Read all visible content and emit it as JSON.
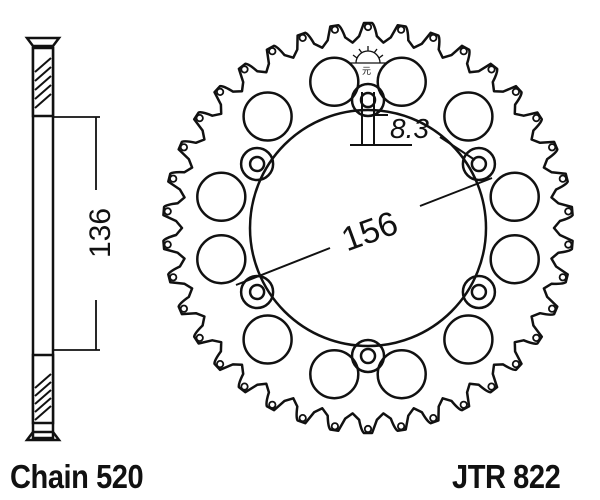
{
  "drawing": {
    "chain_label": "Chain 520",
    "part_number": "JTR 822",
    "dimensions": {
      "bolt_circle": "156",
      "bolt_hole": "8.3",
      "side_height": "136"
    },
    "sprocket": {
      "teeth": 38,
      "large_holes": 12,
      "bolt_holes": 6
    },
    "colors": {
      "line": "#111111",
      "background": "#ffffff"
    }
  }
}
